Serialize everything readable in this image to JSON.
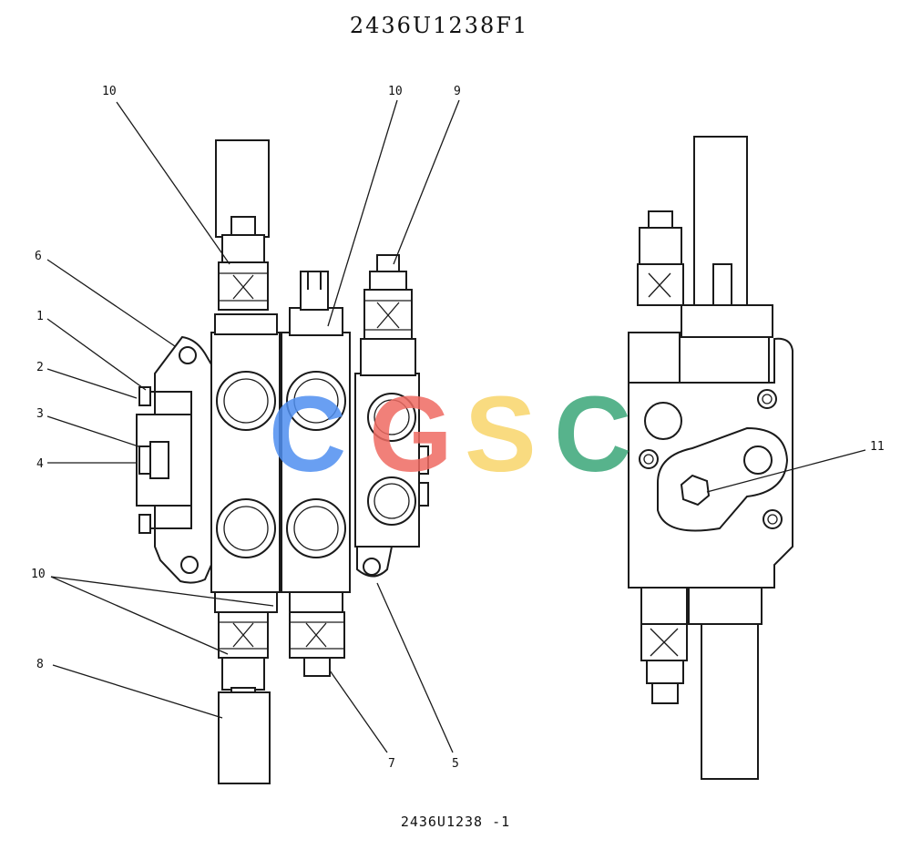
{
  "drawing": {
    "title": "2436U1238F1",
    "footer": "2436U1238 -1"
  },
  "watermark": {
    "letters": [
      {
        "char": "C",
        "color": "#4f8ff0"
      },
      {
        "char": "G",
        "color": "#ef6b62"
      },
      {
        "char": "S",
        "color": "#f8d56a"
      },
      {
        "char": "C",
        "color": "#3aa679"
      }
    ]
  },
  "callouts": {
    "c10_top_left": "10",
    "c10_top_mid": "10",
    "c9": "9",
    "c6": "6",
    "c1": "1",
    "c2": "2",
    "c3": "3",
    "c4": "4",
    "c10_lower": "10",
    "c8": "8",
    "c7": "7",
    "c5": "5",
    "c11": "11"
  }
}
